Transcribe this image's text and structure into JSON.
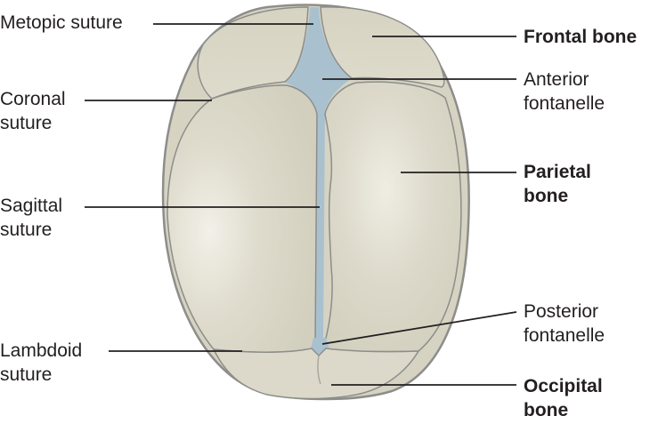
{
  "labels": {
    "metopic_suture": "Metopic suture",
    "coronal_suture": [
      "Coronal",
      "suture"
    ],
    "sagittal_suture": [
      "Sagittal",
      "suture"
    ],
    "lambdoid_suture": [
      "Lambdoid",
      "suture"
    ],
    "frontal_bone": "Frontal bone",
    "anterior_fontanelle": [
      "Anterior",
      "fontanelle"
    ],
    "parietal_bone": [
      "Parietal",
      "bone"
    ],
    "posterior_fontanelle": [
      "Posterior",
      "fontanelle"
    ],
    "occipital_bone": [
      "Occipital",
      "bone"
    ]
  },
  "colors": {
    "bone": "#d9d6c6",
    "bone_highlight": "#efede4",
    "outline": "#8d8d8a",
    "fontanelle": "#a9c1cf",
    "leader_line": "#231f20",
    "text": "#231f20"
  }
}
